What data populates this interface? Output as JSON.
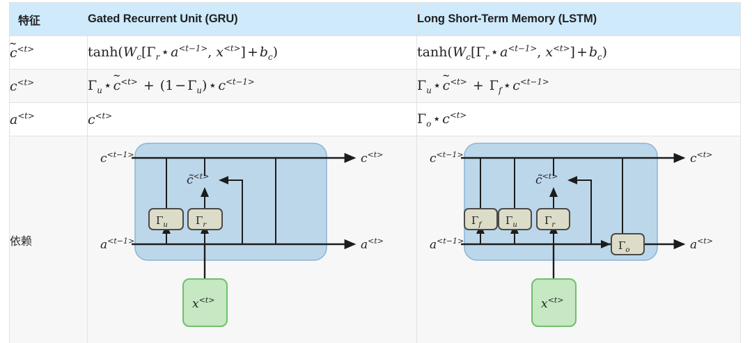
{
  "table": {
    "headers": [
      {
        "label": "特征",
        "name": "col-feature"
      },
      {
        "label": "Gated Recurrent Unit (GRU)",
        "name": "col-gru"
      },
      {
        "label": "Long Short-Term Memory (LSTM)",
        "name": "col-lstm"
      }
    ],
    "rows": [
      {
        "label_plain": "c̃<t>",
        "gru_plain": "tanh(W_c[Γ_r ⋆ a<t-1>, x<t>] + b_c)",
        "lstm_plain": "tanh(W_c[Γ_r ⋆ a<t-1>, x<t>] + b_c)",
        "shade": "white"
      },
      {
        "label_plain": "c<t>",
        "gru_plain": "Γ_u ⋆ c̃<t> + (1 − Γ_u) ⋆ c<t-1>",
        "lstm_plain": "Γ_u ⋆ c̃<t> + Γ_f ⋆ c<t-1>",
        "shade": "gray"
      },
      {
        "label_plain": "a<t>",
        "gru_plain": "c<t>",
        "lstm_plain": "Γ_o ⋆ c<t>",
        "shade": "white"
      },
      {
        "label_plain": "依赖",
        "gru_plain": "GRU cell diagram",
        "lstm_plain": "LSTM cell diagram",
        "shade": "gray"
      }
    ]
  },
  "diagrams": {
    "gru": {
      "title": "GRU cell",
      "inputs": [
        "c<t-1>",
        "a<t-1>",
        "x<t>"
      ],
      "outputs": [
        "c<t>",
        "a<t>"
      ],
      "gates": [
        "Γu",
        "Γr"
      ],
      "internal": [
        "c̃<t>"
      ]
    },
    "lstm": {
      "title": "LSTM cell",
      "inputs": [
        "c<t-1>",
        "a<t-1>",
        "x<t>"
      ],
      "outputs": [
        "c<t>",
        "a<t>"
      ],
      "gates": [
        "Γf",
        "Γu",
        "Γr",
        "Γo"
      ],
      "internal": [
        "c̃<t>"
      ]
    }
  },
  "colors": {
    "header_bg": "#cfeafa",
    "row_shade_bg": "#f7f7f7",
    "row_plain_bg": "#ffffff",
    "border": "#e2e2e2",
    "cell_body_fill": "#bdd7ea",
    "cell_body_stroke": "#8ab4d6",
    "gate_fill": "#dcdcc8",
    "gate_stroke": "#4a4a4a",
    "input_fill": "#c6e8c3",
    "input_stroke": "#6fbf6b",
    "line": "#1c1c1c",
    "text": "#222222"
  },
  "labels": {
    "c_prev": "c",
    "a_prev": "a",
    "c_out": "c",
    "a_out": "a",
    "x_in": "x",
    "sup_prev": "<t−1>",
    "sup_t": "<t>",
    "gamma": "Γ",
    "gate_f": "f",
    "gate_u": "u",
    "gate_r": "r",
    "gate_o": "o"
  }
}
